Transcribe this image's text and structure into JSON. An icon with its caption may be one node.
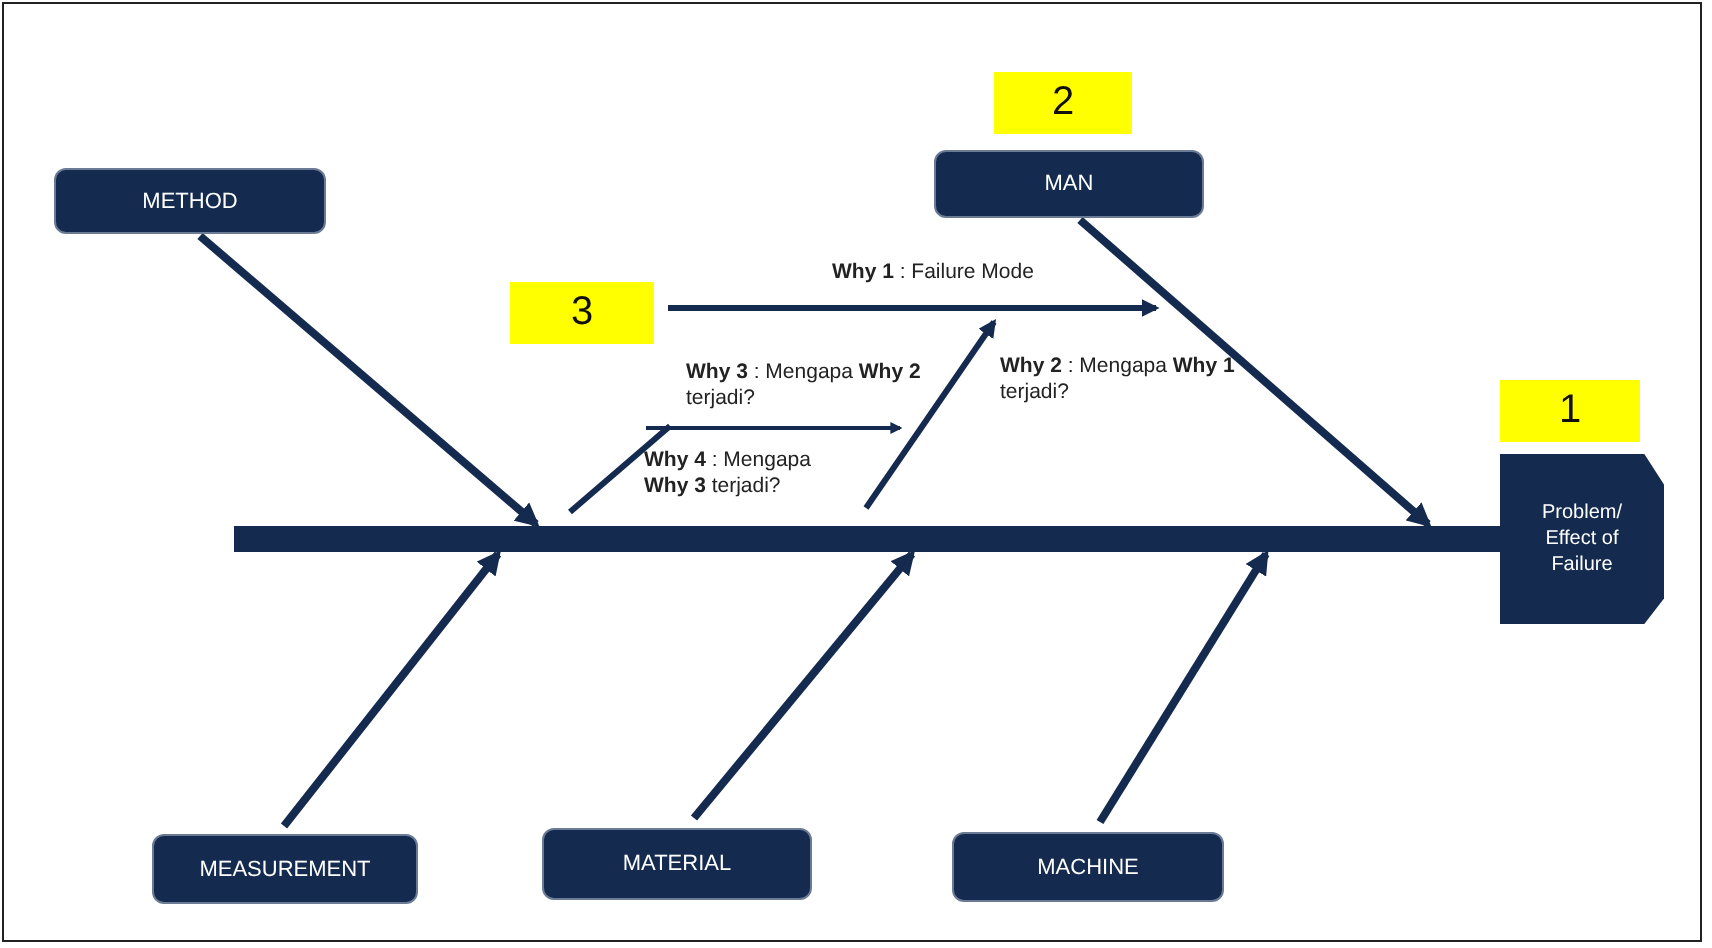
{
  "diagram": {
    "nodes": [
      {
        "text": [
          "METHOD"
        ]
      },
      {
        "text": [
          "MAN"
        ]
      },
      {
        "text": [
          "MEASUREMENT"
        ]
      },
      {
        "text": [
          "MATERIAL"
        ]
      },
      {
        "text": [
          "MACHINE"
        ]
      },
      {
        "text": [],
        "shape": "bar"
      },
      {
        "text": [
          "Problem/ Effect of Failure"
        ]
      }
    ],
    "edges": [
      {
        "from": 0,
        "to": 5,
        "arrow": "to"
      },
      {
        "from": 1,
        "to": 5,
        "arrow": "to"
      },
      {
        "from": 2,
        "to": 5,
        "arrow": "to"
      },
      {
        "from": 3,
        "to": 5,
        "arrow": "to"
      },
      {
        "from": 4,
        "to": 5,
        "arrow": "to"
      },
      {
        "from": 5,
        "to": 6,
        "arrow": "none",
        "style": "thick"
      }
    ],
    "labels": [
      "2",
      "**Why 1** : Failure Mode",
      "3",
      "**Why 3** : Mengapa **Why 2** terjadi?",
      "**Why 2** : Mengapa **Why 1** terjadi?",
      "1",
      "**Why 4** : Mengapa **Why 3** terjadi?"
    ]
  }
}
